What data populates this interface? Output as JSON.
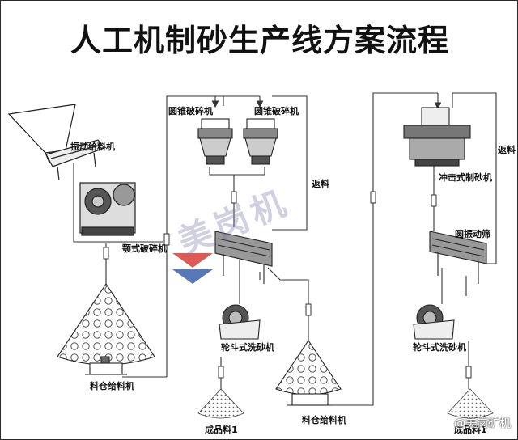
{
  "title": "人工机制砂生产线方案流程",
  "labels": {
    "vibrating_feeder": "振动给料机",
    "jaw_crusher": "颚式破碎机",
    "hopper_feeder_left": "料仓给料机",
    "cone_crusher_1": "圆锥破碎机",
    "cone_crusher_2": "圆锥破碎机",
    "return_mid": "返料",
    "sand_washer_left": "轮斗式洗砂机",
    "product_left": "成品料1",
    "hopper_feeder_mid": "料仓给料机",
    "impact_sand_maker": "冲击式制砂机",
    "return_right": "返料",
    "circular_screen": "圆振动筛",
    "sand_washer_right": "轮斗式洗砂机",
    "product_right": "成品料1"
  },
  "watermark": {
    "logo_text": "美岗机",
    "corner_text": "@美岗矿机"
  },
  "colors": {
    "line": "#333333",
    "accent_red": "#d9312b",
    "accent_blue": "#2f57a8"
  }
}
